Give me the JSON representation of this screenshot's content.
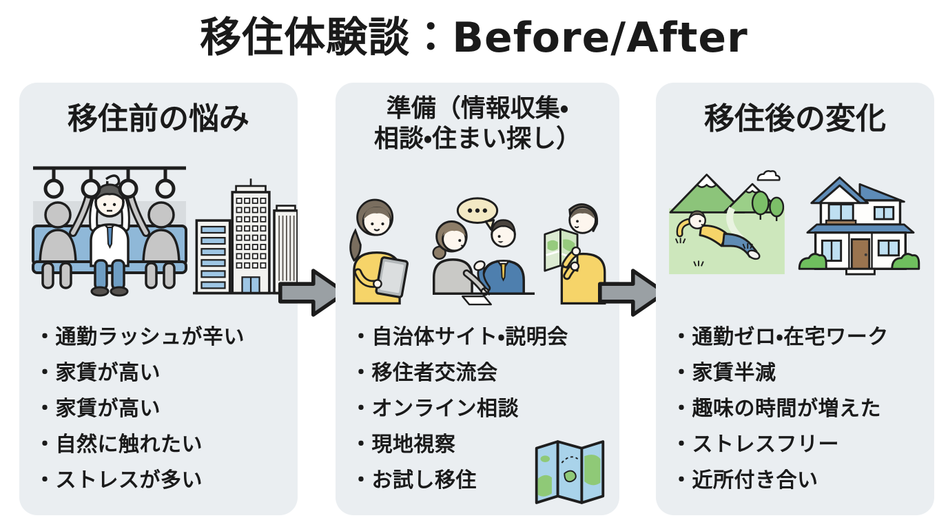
{
  "title": "移住体験談：Before/After",
  "bullet_char": "・",
  "panels": [
    {
      "id": "before",
      "title": "移住前の悩み",
      "title_lines": [
        "移住前の悩み"
      ],
      "bullets": [
        "通勤ラッシュが辛い",
        "家賃が高い",
        "家賃が高い",
        "自然に触れたい",
        "ストレスが多い"
      ],
      "illustrations": [
        "crowded-train",
        "city-buildings"
      ]
    },
    {
      "id": "preparation",
      "title": "準備（情報収集・相談・住まい探し）",
      "title_lines": [
        "準備（情報収集・",
        "相談・住まい探し）"
      ],
      "speech_bubble": "…",
      "bullets": [
        "自治体サイト・説明会",
        "移住者交流会",
        "オンライン相談",
        "現地視察",
        "お試し移住"
      ],
      "illustrations": [
        "tablet-research",
        "consultation",
        "map-reading",
        "folded-map"
      ]
    },
    {
      "id": "after",
      "title": "移住後の変化",
      "title_lines": [
        "移住後の変化"
      ],
      "bullets": [
        "通勤ゼロ・在宅ワーク",
        "家賃半減",
        "趣味の時間が増えた",
        "ストレスフリー",
        "近所付き合い"
      ],
      "illustrations": [
        "relaxing-in-nature",
        "country-house"
      ]
    }
  ],
  "colors": {
    "background": "#ffffff",
    "panel_background": "#eaeef1",
    "text": "#1a1a1a",
    "arrow_fill": "#9aa0a4",
    "arrow_outline": "#1c1c1c",
    "accent_yellow": "#f6d469",
    "suit_blue": "#4e7fae",
    "seat_blue": "#8fb8d8",
    "window_blue": "#9ec6e4",
    "grass_green": "#cde7bc",
    "roof_blue": "#5e8cb8",
    "map_green": "#8fc977"
  }
}
